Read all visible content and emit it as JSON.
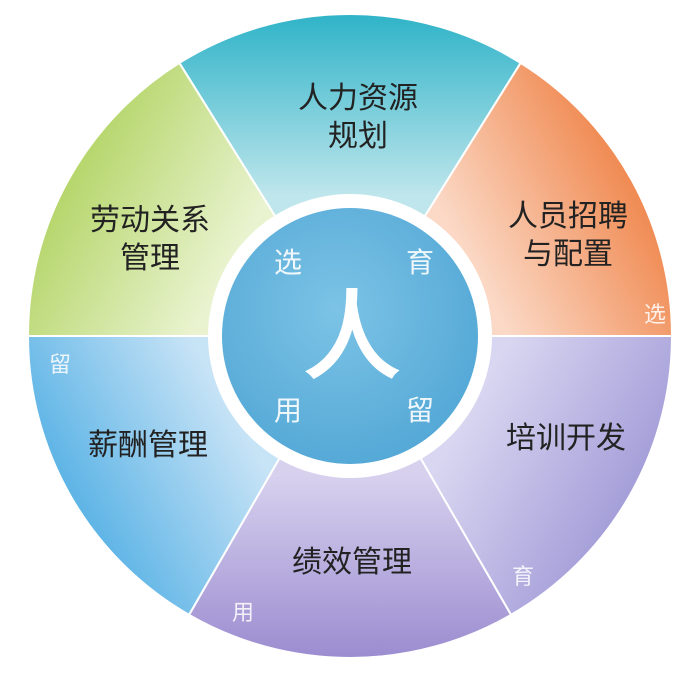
{
  "diagram": {
    "center": {
      "label": "人"
    },
    "inner_labels": [
      "选",
      "育",
      "用",
      "留"
    ],
    "segments": [
      {
        "id": "hr-planning",
        "lines": [
          "人力资源",
          "规划"
        ],
        "color_light": "#bfe6ec",
        "color_dark": "#2fb3c8"
      },
      {
        "id": "recruit",
        "lines": [
          "人员招聘",
          "与配置"
        ],
        "color_light": "#fbd9c6",
        "color_dark": "#f08a52"
      },
      {
        "id": "training",
        "lines": [
          "培训开发"
        ],
        "color_light": "#d9d6f1",
        "color_dark": "#a59fd9"
      },
      {
        "id": "performance",
        "lines": [
          "绩效管理"
        ],
        "color_light": "#d7d1ee",
        "color_dark": "#9b8cd0"
      },
      {
        "id": "salary",
        "lines": [
          "薪酬管理"
        ],
        "color_light": "#c7e3f6",
        "color_dark": "#5db4e6"
      },
      {
        "id": "labor",
        "lines": [
          "劳动关系",
          "管理"
        ],
        "color_light": "#e9f3cf",
        "color_dark": "#b6d66c"
      }
    ],
    "edge_labels": [
      "选",
      "育",
      "用",
      "留"
    ],
    "inner_color": "#4fa5d4",
    "ring_color": "#ffffff"
  }
}
